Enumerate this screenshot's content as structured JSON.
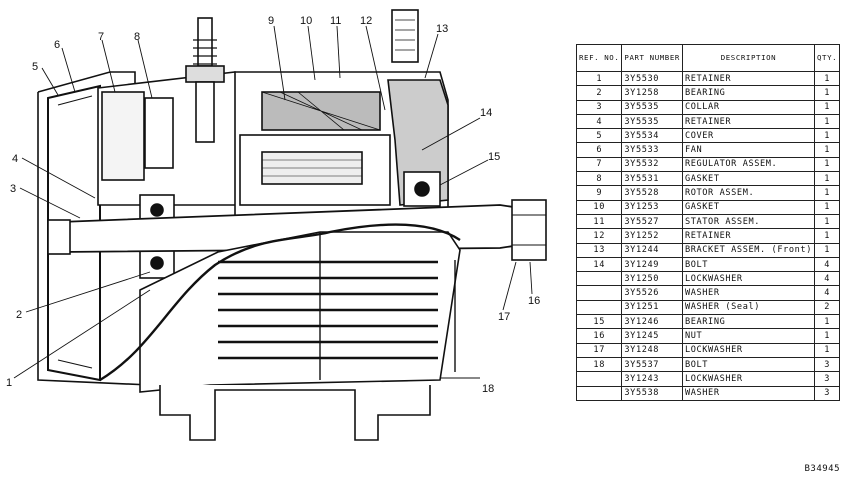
{
  "table": {
    "headers": {
      "ref": "REF. NO.",
      "part": "PART NUMBER",
      "desc": "DESCRIPTION",
      "qty": "QTY."
    },
    "rows": [
      {
        "ref": "1",
        "part": "3Y5530",
        "desc": "RETAINER",
        "qty": "1"
      },
      {
        "ref": "2",
        "part": "3Y1258",
        "desc": "BEARING",
        "qty": "1"
      },
      {
        "ref": "3",
        "part": "3Y5535",
        "desc": "COLLAR",
        "qty": "1"
      },
      {
        "ref": "4",
        "part": "3Y5535",
        "desc": "RETAINER",
        "qty": "1"
      },
      {
        "ref": "5",
        "part": "3Y5534",
        "desc": "COVER",
        "qty": "1"
      },
      {
        "ref": "6",
        "part": "3Y5533",
        "desc": "FAN",
        "qty": "1"
      },
      {
        "ref": "7",
        "part": "3Y5532",
        "desc": "REGULATOR ASSEM.",
        "qty": "1"
      },
      {
        "ref": "8",
        "part": "3Y5531",
        "desc": "GASKET",
        "qty": "1"
      },
      {
        "ref": "9",
        "part": "3Y5528",
        "desc": "ROTOR ASSEM.",
        "qty": "1"
      },
      {
        "ref": "10",
        "part": "3Y1253",
        "desc": "GASKET",
        "qty": "1"
      },
      {
        "ref": "11",
        "part": "3Y5527",
        "desc": "STATOR ASSEM.",
        "qty": "1"
      },
      {
        "ref": "12",
        "part": "3Y1252",
        "desc": "RETAINER",
        "qty": "1"
      },
      {
        "ref": "13",
        "part": "3Y1244",
        "desc": "BRACKET ASSEM. (Front)",
        "qty": "1"
      },
      {
        "ref": "14",
        "part": "3Y1249",
        "desc": "BOLT",
        "qty": "4"
      },
      {
        "ref": "",
        "part": "3Y1250",
        "desc": "LOCKWASHER",
        "qty": "4"
      },
      {
        "ref": "",
        "part": "3Y5526",
        "desc": "WASHER",
        "qty": "4"
      },
      {
        "ref": "",
        "part": "3Y1251",
        "desc": "WASHER (Seal)",
        "qty": "2"
      },
      {
        "ref": "15",
        "part": "3Y1246",
        "desc": "BEARING",
        "qty": "1"
      },
      {
        "ref": "16",
        "part": "3Y1245",
        "desc": "NUT",
        "qty": "1"
      },
      {
        "ref": "17",
        "part": "3Y1248",
        "desc": "LOCKWASHER",
        "qty": "1"
      },
      {
        "ref": "18",
        "part": "3Y5537",
        "desc": "BOLT",
        "qty": "3"
      },
      {
        "ref": "",
        "part": "3Y1243",
        "desc": "LOCKWASHER",
        "qty": "3"
      },
      {
        "ref": "",
        "part": "3Y5538",
        "desc": "WASHER",
        "qty": "3"
      }
    ]
  },
  "callouts": [
    "1",
    "2",
    "3",
    "4",
    "5",
    "6",
    "7",
    "8",
    "9",
    "10",
    "11",
    "12",
    "13",
    "14",
    "15",
    "16",
    "17",
    "18"
  ],
  "figure_id": "B34945"
}
